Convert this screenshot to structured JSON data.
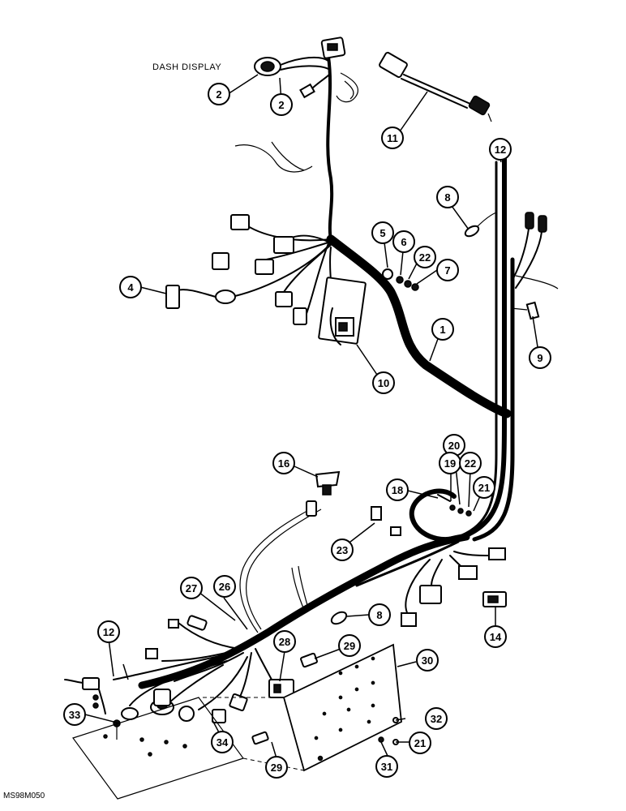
{
  "labels": {
    "dash_display": "DASH DISPLAY",
    "figure_code": "MS98M050"
  },
  "callouts": {
    "c1": "1",
    "c2a": "2",
    "c2b": "2",
    "c4": "4",
    "c5": "5",
    "c6": "6",
    "c7": "7",
    "c8a": "8",
    "c8b": "8",
    "c9": "9",
    "c10": "10",
    "c11": "11",
    "c12a": "12",
    "c12b": "12",
    "c14": "14",
    "c16": "16",
    "c18": "18",
    "c19": "19",
    "c20": "20",
    "c21a": "21",
    "c21b": "21",
    "c22a": "22",
    "c22b": "22",
    "c23": "23",
    "c26": "26",
    "c27": "27",
    "c28": "28",
    "c29a": "29",
    "c29b": "29",
    "c30": "30",
    "c31": "31",
    "c32": "32",
    "c33": "33",
    "c34": "34"
  }
}
